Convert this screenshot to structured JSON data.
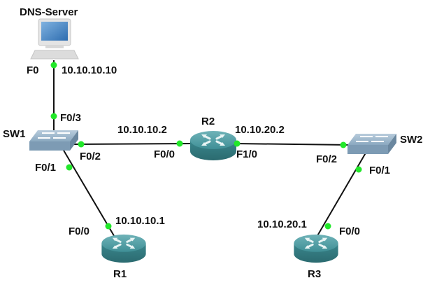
{
  "devices": {
    "dns_server": {
      "name": "DNS-Server",
      "type": "pc"
    },
    "sw1": {
      "name": "SW1",
      "type": "switch"
    },
    "sw2": {
      "name": "SW2",
      "type": "switch"
    },
    "r1": {
      "name": "R1",
      "type": "router"
    },
    "r2": {
      "name": "R2",
      "type": "router"
    },
    "r3": {
      "name": "R3",
      "type": "router"
    }
  },
  "links": [
    {
      "from": "DNS-Server",
      "from_port": "F0",
      "from_ip": "10.10.10.10",
      "to": "SW1",
      "to_port": "F0/3"
    },
    {
      "from": "SW1",
      "from_port": "F0/2",
      "to": "R2",
      "to_port": "F0/0",
      "to_ip": "10.10.10.2"
    },
    {
      "from": "R2",
      "from_port": "F1/0",
      "from_ip": "10.10.20.2",
      "to": "SW2",
      "to_port": "F0/2"
    },
    {
      "from": "SW1",
      "from_port": "F0/1",
      "to": "R1",
      "to_port": "F0/0",
      "to_ip": "10.10.10.1"
    },
    {
      "from": "SW2",
      "from_port": "F0/1",
      "to": "R3",
      "to_port": "F0/0",
      "to_ip": "10.10.20.1"
    }
  ],
  "labels": {
    "dns_port": "F0",
    "dns_ip": "10.10.10.10",
    "sw1_f03": "F0/3",
    "sw1_f02": "F0/2",
    "sw1_f01": "F0/1",
    "r2_f00": "F0/0",
    "r2_f00_ip": "10.10.10.2",
    "r2_f10": "F1/0",
    "r2_f10_ip": "10.10.20.2",
    "sw2_f02": "F0/2",
    "sw2_f01": "F0/1",
    "r1_f00": "F0/0",
    "r1_ip": "10.10.10.1",
    "r3_f00": "F0/0",
    "r3_ip": "10.10.20.1"
  },
  "colors": {
    "link_up": "#22e82a",
    "router": "#3f8f96",
    "switch": "#8aa8c0"
  }
}
